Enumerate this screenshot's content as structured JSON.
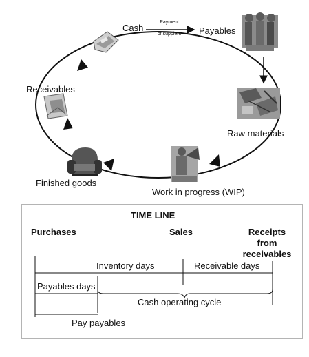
{
  "cycle": {
    "cash": "Cash",
    "payment_line1": "Payment",
    "payment_line2": "of suppiers",
    "payables": "Payables",
    "raw_materials": "Raw materials",
    "wip": "Work in progress (WIP)",
    "finished_goods": "Finished goods",
    "receivables": "Receivables"
  },
  "timeline": {
    "title": "TIME LINE",
    "purchases": "Purchases",
    "sales": "Sales",
    "receipts_line1": "Receipts",
    "receipts_line2": "from",
    "receipts_line3": "receivables",
    "inventory_days": "Inventory days",
    "receivable_days": "Receivable days",
    "payables_days": "Payables days",
    "cash_operating_cycle": "Cash operating cycle",
    "pay_payables": "Pay payables"
  },
  "colors": {
    "line": "#111111",
    "ellipse": "#111111",
    "box_border": "#6a6a6a",
    "icon_fill": "#9a9a9a"
  }
}
